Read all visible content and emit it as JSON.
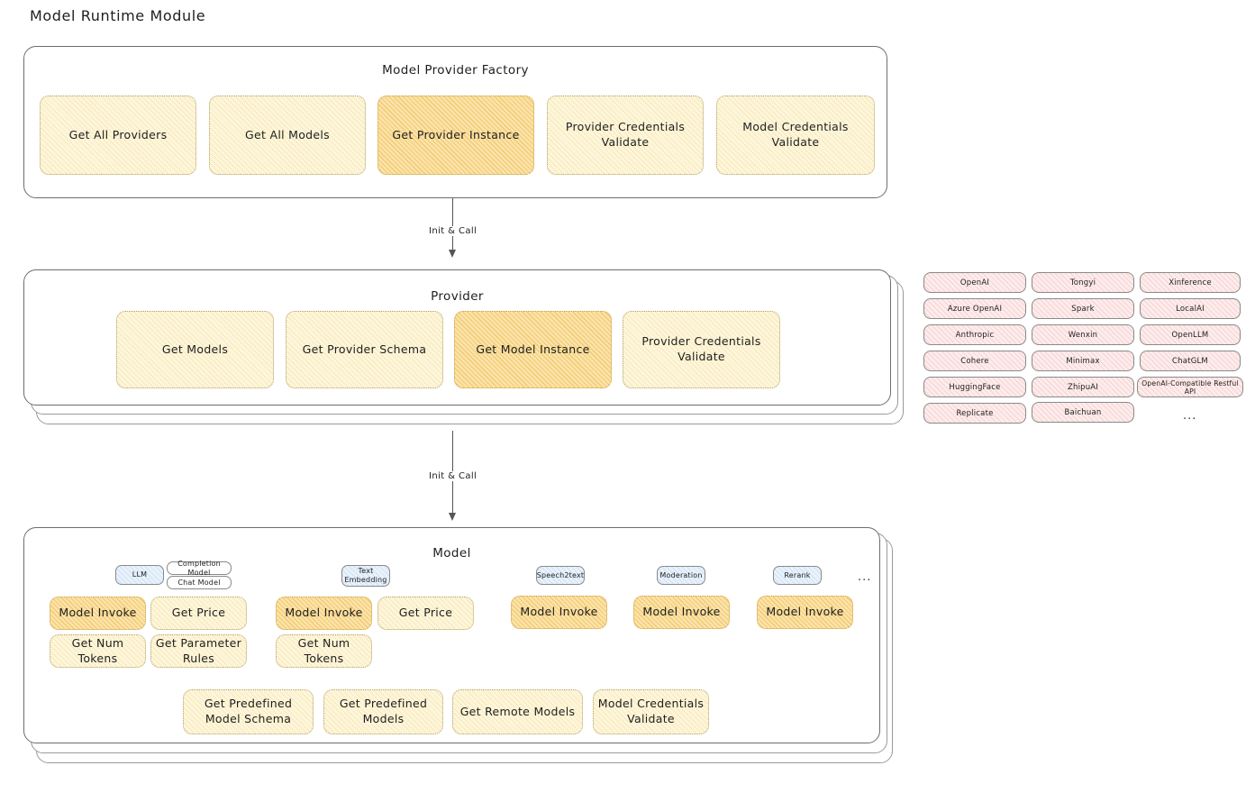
{
  "title": "Model Runtime Module",
  "factory": {
    "title": "Model Provider Factory",
    "ops": [
      {
        "label": "Get All Providers",
        "highlighted": false
      },
      {
        "label": "Get All Models",
        "highlighted": false
      },
      {
        "label": "Get Provider Instance",
        "highlighted": true
      },
      {
        "label": "Provider Credentials Validate",
        "highlighted": false
      },
      {
        "label": "Model Credentials Validate",
        "highlighted": false
      }
    ]
  },
  "arrows": [
    {
      "label": "Init & Call"
    },
    {
      "label": "Init & Call"
    }
  ],
  "provider": {
    "title": "Provider",
    "ops": [
      {
        "label": "Get Models",
        "highlighted": false
      },
      {
        "label": "Get Provider Schema",
        "highlighted": false
      },
      {
        "label": "Get Model Instance",
        "highlighted": true
      },
      {
        "label": "Provider Credentials Validate",
        "highlighted": false
      }
    ]
  },
  "provider_list": {
    "columns": [
      [
        "OpenAI",
        "Azure OpenAI",
        "Anthropic",
        "Cohere",
        "HuggingFace",
        "Replicate"
      ],
      [
        "Tongyi",
        "Spark",
        "Wenxin",
        "Minimax",
        "ZhipuAI",
        "Baichuan"
      ],
      [
        "Xinference",
        "LocalAI",
        "OpenLLM",
        "ChatGLM",
        "OpenAI-Compatible Restful API"
      ]
    ],
    "more": "..."
  },
  "model": {
    "title": "Model",
    "more": "...",
    "types": [
      {
        "badge": "LLM",
        "sub_badges": [
          "Completion Model",
          "Chat Model"
        ],
        "ops": [
          {
            "label": "Model Invoke",
            "highlighted": true
          },
          {
            "label": "Get Price",
            "highlighted": false
          },
          {
            "label": "Get Num Tokens",
            "highlighted": false
          },
          {
            "label": "Get Parameter Rules",
            "highlighted": false
          }
        ]
      },
      {
        "badge": "Text Embedding",
        "sub_badges": [],
        "ops": [
          {
            "label": "Model Invoke",
            "highlighted": true
          },
          {
            "label": "Get Price",
            "highlighted": false
          },
          {
            "label": "Get Num Tokens",
            "highlighted": false
          }
        ]
      },
      {
        "badge": "Speech2text",
        "sub_badges": [],
        "ops": [
          {
            "label": "Model Invoke",
            "highlighted": true
          }
        ]
      },
      {
        "badge": "Moderation",
        "sub_badges": [],
        "ops": [
          {
            "label": "Model Invoke",
            "highlighted": true
          }
        ]
      },
      {
        "badge": "Rerank",
        "sub_badges": [],
        "ops": [
          {
            "label": "Model Invoke",
            "highlighted": true
          }
        ]
      }
    ],
    "common_ops": [
      {
        "label": "Get Predefined Model Schema"
      },
      {
        "label": "Get Predefined Models"
      },
      {
        "label": "Get Remote Models"
      },
      {
        "label": "Model Credentials Validate"
      }
    ]
  },
  "colors": {
    "op_fill": "#fdf6dd",
    "op_fill_highlight": "#fbe3ab",
    "chip_fill": "#fdecec",
    "badge_fill": "#e9f2fb",
    "ink": "#1e1e1e"
  }
}
